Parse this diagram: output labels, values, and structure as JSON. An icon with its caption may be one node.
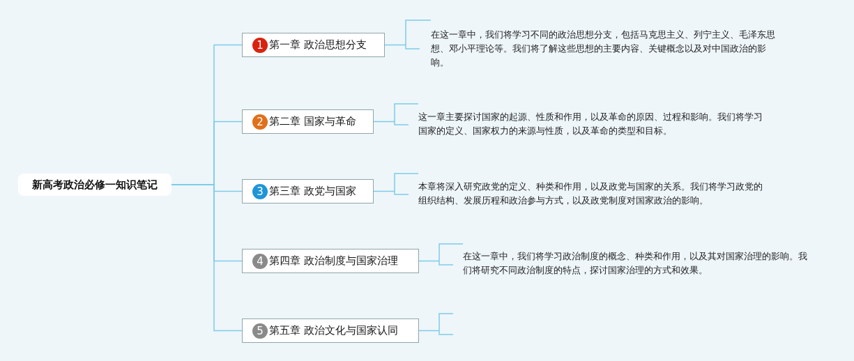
{
  "diagram": {
    "nodes": [
      {
        "text": [
          "新高考政治必修一知识笔记"
        ]
      },
      {
        "text": [
          "1",
          "第一章 政治思想分支"
        ]
      },
      {
        "text": [
          "2",
          "第二章 国家与革命"
        ]
      },
      {
        "text": [
          "3",
          "第三章 政党与国家"
        ]
      },
      {
        "text": [
          "4",
          "第四章 政治制度与国家治理"
        ]
      },
      {
        "text": [
          "5",
          "第五章 政治文化与国家认同"
        ]
      },
      {
        "text": [
          "在这一章中，我们将学习不同的政治思想分支，包括马克思主义、列宁主义、毛泽东思想、邓小平理论等。我们将了解这些思想的主要内容、关键概念以及对中国政治的影响。"
        ]
      },
      {
        "text": [
          "这一章主要探讨国家的起源、性质和作用，以及革命的原因、过程和影响。我们将学习国家的定义、国家权力的来源与性质，以及革命的类型和目标。"
        ]
      },
      {
        "text": [
          "本章将深入研究政党的定义、种类和作用，以及政党与国家的关系。我们将学习政党的组织结构、发展历程和政治参与方式，以及政党制度对国家政治的影响。"
        ]
      },
      {
        "text": [
          "在这一章中，我们将学习政治制度的概念、种类和作用，以及其对国家治理的影响。我们将研究不同政治制度的特点，探讨国家治理的方式和效果。"
        ]
      }
    ],
    "edges": [
      {
        "from": 0,
        "to": 1,
        "arrow": "none"
      },
      {
        "from": 0,
        "to": 2,
        "arrow": "none"
      },
      {
        "from": 0,
        "to": 3,
        "arrow": "none"
      },
      {
        "from": 0,
        "to": 4,
        "arrow": "none"
      },
      {
        "from": 0,
        "to": 5,
        "arrow": "none"
      },
      {
        "from": 1,
        "to": 6,
        "arrow": "none"
      },
      {
        "from": 2,
        "to": 7,
        "arrow": "none"
      },
      {
        "from": 3,
        "to": 8,
        "arrow": "none"
      },
      {
        "from": 4,
        "to": 9,
        "arrow": "none"
      },
      {
        "from": 5,
        "to": null,
        "arrow": "none"
      }
    ]
  }
}
